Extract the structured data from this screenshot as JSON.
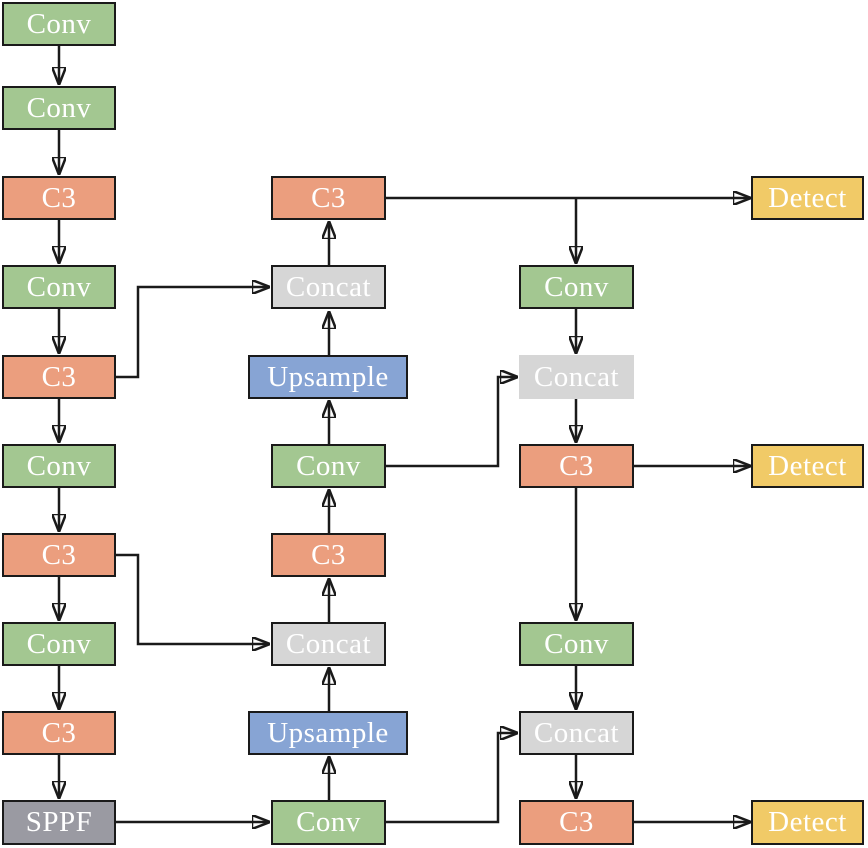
{
  "diagram": {
    "name": "yolo-network-architecture",
    "colors": {
      "conv": "#a3c791",
      "c3": "#eb9e7e",
      "sppf": "#9a9aa2",
      "concat": "#d6d6d6",
      "upsample": "#87a4d4",
      "detect": "#f1ca67",
      "border": "#1a1a1a",
      "arrow": "#1a1a1a",
      "text": "#ffffff",
      "background": "#ffffff"
    },
    "nodes": [
      {
        "id": "backbone-conv-1",
        "label": "Conv"
      },
      {
        "id": "backbone-conv-2",
        "label": "Conv"
      },
      {
        "id": "backbone-c3-1",
        "label": "C3"
      },
      {
        "id": "backbone-conv-3",
        "label": "Conv"
      },
      {
        "id": "backbone-c3-2",
        "label": "C3"
      },
      {
        "id": "backbone-conv-4",
        "label": "Conv"
      },
      {
        "id": "backbone-c3-3",
        "label": "C3"
      },
      {
        "id": "backbone-conv-5",
        "label": "Conv"
      },
      {
        "id": "backbone-c3-4",
        "label": "C3"
      },
      {
        "id": "backbone-sppf",
        "label": "SPPF"
      },
      {
        "id": "neck-c3-top",
        "label": "C3"
      },
      {
        "id": "neck-concat-top",
        "label": "Concat"
      },
      {
        "id": "neck-upsample-top",
        "label": "Upsample"
      },
      {
        "id": "neck-conv-mid",
        "label": "Conv"
      },
      {
        "id": "neck-c3-mid",
        "label": "C3"
      },
      {
        "id": "neck-concat-bottom",
        "label": "Concat"
      },
      {
        "id": "neck-upsample-bottom",
        "label": "Upsample"
      },
      {
        "id": "neck-conv-bottom",
        "label": "Conv"
      },
      {
        "id": "head-conv-top",
        "label": "Conv"
      },
      {
        "id": "head-concat-top",
        "label": "Concat"
      },
      {
        "id": "head-c3-top",
        "label": "C3"
      },
      {
        "id": "head-conv-bottom",
        "label": "Conv"
      },
      {
        "id": "head-concat-bottom",
        "label": "Concat"
      },
      {
        "id": "head-c3-bottom",
        "label": "C3"
      },
      {
        "id": "detect-1",
        "label": "Detect"
      },
      {
        "id": "detect-2",
        "label": "Detect"
      },
      {
        "id": "detect-3",
        "label": "Detect"
      }
    ],
    "edges": [
      {
        "from": "backbone-conv-1",
        "to": "backbone-conv-2"
      },
      {
        "from": "backbone-conv-2",
        "to": "backbone-c3-1"
      },
      {
        "from": "backbone-c3-1",
        "to": "backbone-conv-3"
      },
      {
        "from": "backbone-conv-3",
        "to": "backbone-c3-2"
      },
      {
        "from": "backbone-c3-2",
        "to": "backbone-conv-4"
      },
      {
        "from": "backbone-conv-4",
        "to": "backbone-c3-3"
      },
      {
        "from": "backbone-c3-3",
        "to": "backbone-conv-5"
      },
      {
        "from": "backbone-conv-5",
        "to": "backbone-c3-4"
      },
      {
        "from": "backbone-c3-4",
        "to": "backbone-sppf"
      },
      {
        "from": "backbone-sppf",
        "to": "neck-conv-bottom"
      },
      {
        "from": "neck-conv-bottom",
        "to": "neck-upsample-bottom"
      },
      {
        "from": "neck-upsample-bottom",
        "to": "neck-concat-bottom"
      },
      {
        "from": "neck-concat-bottom",
        "to": "neck-c3-mid"
      },
      {
        "from": "neck-c3-mid",
        "to": "neck-conv-mid"
      },
      {
        "from": "neck-conv-mid",
        "to": "neck-upsample-top"
      },
      {
        "from": "neck-upsample-top",
        "to": "neck-concat-top"
      },
      {
        "from": "neck-concat-top",
        "to": "neck-c3-top"
      },
      {
        "from": "backbone-c3-2",
        "to": "neck-concat-top"
      },
      {
        "from": "backbone-c3-3",
        "to": "neck-concat-bottom"
      },
      {
        "from": "neck-conv-mid",
        "to": "head-concat-top"
      },
      {
        "from": "neck-conv-bottom",
        "to": "head-concat-bottom"
      },
      {
        "from": "neck-c3-top",
        "to": "detect-1"
      },
      {
        "from": "neck-c3-top",
        "to": "head-conv-top"
      },
      {
        "from": "head-conv-top",
        "to": "head-concat-top"
      },
      {
        "from": "head-concat-top",
        "to": "head-c3-top"
      },
      {
        "from": "head-c3-top",
        "to": "detect-2"
      },
      {
        "from": "head-c3-top",
        "to": "head-conv-bottom"
      },
      {
        "from": "head-conv-bottom",
        "to": "head-concat-bottom"
      },
      {
        "from": "head-concat-bottom",
        "to": "head-c3-bottom"
      },
      {
        "from": "head-c3-bottom",
        "to": "detect-3"
      }
    ]
  }
}
